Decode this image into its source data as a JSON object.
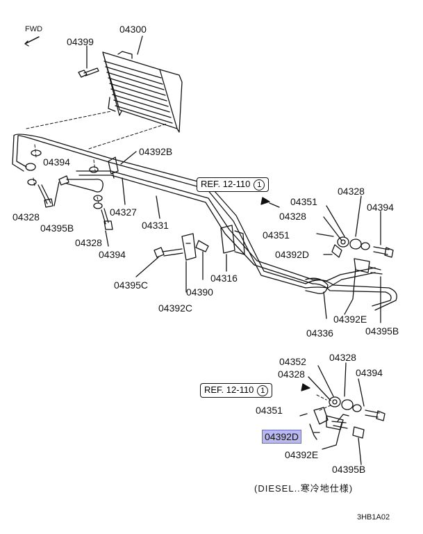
{
  "direction_label": "FWD",
  "parts": {
    "p04300": "04300",
    "p04399": "04399",
    "p04392B": "04392B",
    "p04394_a": "04394",
    "p04328_a": "04328",
    "p04395B_a": "04395B",
    "p04327": "04327",
    "p04331": "04331",
    "p04328_b": "04328",
    "p04394_b": "04394",
    "p04395C": "04395C",
    "p04392C": "04392C",
    "p04390": "04390",
    "p04316": "04316",
    "p04336": "04336",
    "p04351_a": "04351",
    "p04328_c": "04328",
    "p04328_d": "04328",
    "p04394_c": "04394",
    "p04351_b": "04351",
    "p04392D_a": "04392D",
    "p04392E_a": "04392E",
    "p04395B_b": "04395B",
    "p04352": "04352",
    "p04328_e": "04328",
    "p04328_f": "04328",
    "p04394_d": "04394",
    "p04351_c": "04351",
    "p04392D_b": "04392D",
    "p04392E_b": "04392E",
    "p04395B_c": "04395B"
  },
  "refs": {
    "ref1_text": "REF. 12-110",
    "ref1_num": "1",
    "ref2_text": "REF. 12-110",
    "ref2_num": "1"
  },
  "diesel_note": "(DIESEL..寒冷地仕様)",
  "diagram_code": "3HB1A02",
  "highlight_color": "#b9b9f0"
}
